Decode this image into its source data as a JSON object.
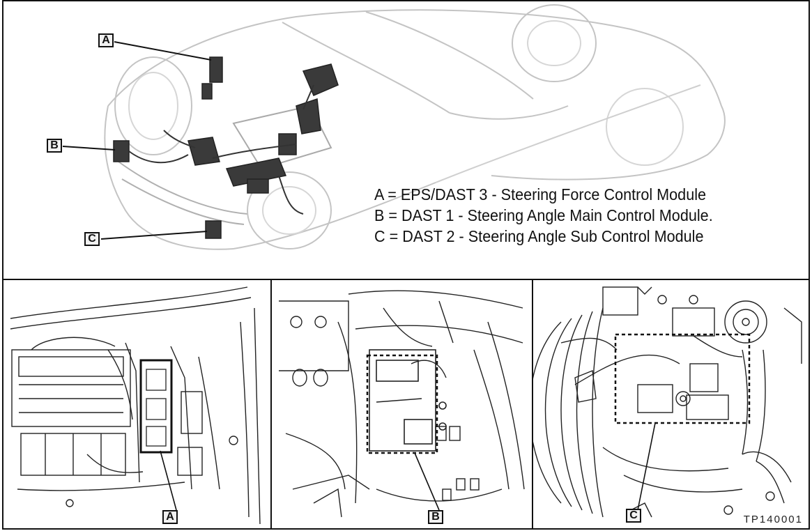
{
  "diagram": {
    "callouts": {
      "a": "A",
      "b": "B",
      "c": "C"
    },
    "legend": [
      "A = EPS/DAST 3 - Steering Force Control Module",
      "B = DAST 1 - Steering Angle Main Control Module.",
      "C = DAST 2 - Steering Angle Sub Control Module"
    ],
    "figure_code": "TP140001"
  },
  "colors": {
    "line": "#111111",
    "ghost": "#bdbdbd",
    "part": "#3a3a3a"
  }
}
